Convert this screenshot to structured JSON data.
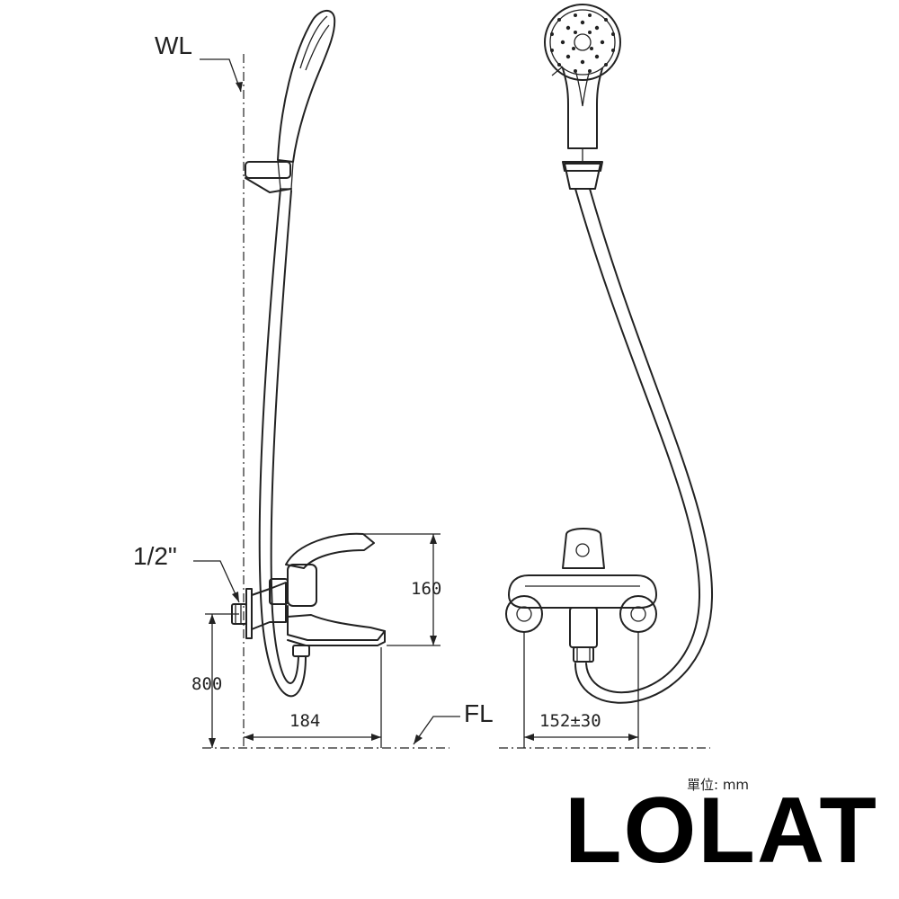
{
  "labels": {
    "wall_level": "WL",
    "floor_level": "FL",
    "inlet_size": "1/2\""
  },
  "dimensions": {
    "spout_height": "160",
    "mount_height": "800",
    "projection": "184",
    "inlet_centers": "152±30"
  },
  "unit_note": "單位: mm",
  "brand": "LOLAT"
}
